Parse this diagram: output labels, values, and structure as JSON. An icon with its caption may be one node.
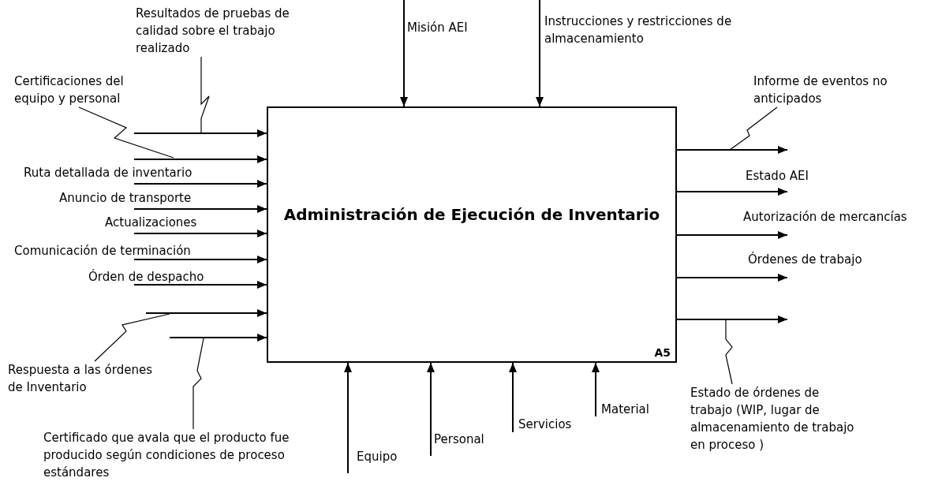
{
  "diagram": {
    "nodes": [
      {
        "text": [
          "Administración de Ejecución de Inventario",
          "A5"
        ]
      },
      {
        "text": [
          "Resultados de pruebas de calidad sobre el trabajo realizado"
        ]
      },
      {
        "text": [
          "Certificaciones del equipo y personal"
        ]
      },
      {
        "text": [
          "Respuesta a las órdenes de Inventario"
        ]
      },
      {
        "text": [
          "Certificado que avala que el producto fue producido según condiciones de proceso estándares"
        ]
      },
      {
        "text": [
          "Informe de eventos no anticipados"
        ]
      },
      {
        "text": [
          "Estado de órdenes de trabajo (WIP, lugar de almacenamiento de trabajo en proceso )"
        ]
      }
    ],
    "edges": [
      {
        "from": null,
        "to": 0,
        "arrow": "to"
      },
      {
        "from": null,
        "to": 0,
        "arrow": "to"
      },
      {
        "from": null,
        "to": 0,
        "arrow": "to",
        "label": "Ruta detallada de inventario"
      },
      {
        "from": null,
        "to": 0,
        "arrow": "to",
        "label": "Anuncio de transporte"
      },
      {
        "from": null,
        "to": 0,
        "arrow": "to",
        "label": "Actualizaciones"
      },
      {
        "from": null,
        "to": 0,
        "arrow": "to",
        "label": "Comunicación de terminación"
      },
      {
        "from": null,
        "to": 0,
        "arrow": "to",
        "label": "Órden de despacho"
      },
      {
        "from": null,
        "to": 0,
        "arrow": "to"
      },
      {
        "from": null,
        "to": 0,
        "arrow": "to"
      },
      {
        "from": null,
        "to": 0,
        "arrow": "to",
        "label": "Misión AEI"
      },
      {
        "from": null,
        "to": 0,
        "arrow": "to",
        "label": "Instrucciones y restricciones de almacenamiento"
      },
      {
        "from": null,
        "to": 0,
        "arrow": "to",
        "label": "Equipo"
      },
      {
        "from": null,
        "to": 0,
        "arrow": "to",
        "label": "Personal"
      },
      {
        "from": null,
        "to": 0,
        "arrow": "to",
        "label": "Servicios"
      },
      {
        "from": null,
        "to": 0,
        "arrow": "to",
        "label": "Material"
      },
      {
        "from": 0,
        "to": null,
        "arrow": "to"
      },
      {
        "from": 0,
        "to": null,
        "arrow": "to",
        "label": "Estado AEI"
      },
      {
        "from": 0,
        "to": null,
        "arrow": "to",
        "label": "Autorización de mercancías"
      },
      {
        "from": 0,
        "to": null,
        "arrow": "to",
        "label": "Órdenes de trabajo"
      },
      {
        "from": 0,
        "to": null,
        "arrow": "to"
      },
      {
        "from": 1,
        "to": null,
        "arrow": "none"
      },
      {
        "from": 2,
        "to": null,
        "arrow": "none"
      },
      {
        "from": 3,
        "to": null,
        "arrow": "none"
      },
      {
        "from": 4,
        "to": null,
        "arrow": "none"
      },
      {
        "from": 5,
        "to": null,
        "arrow": "none"
      },
      {
        "from": 6,
        "to": null,
        "arrow": "none"
      }
    ]
  }
}
